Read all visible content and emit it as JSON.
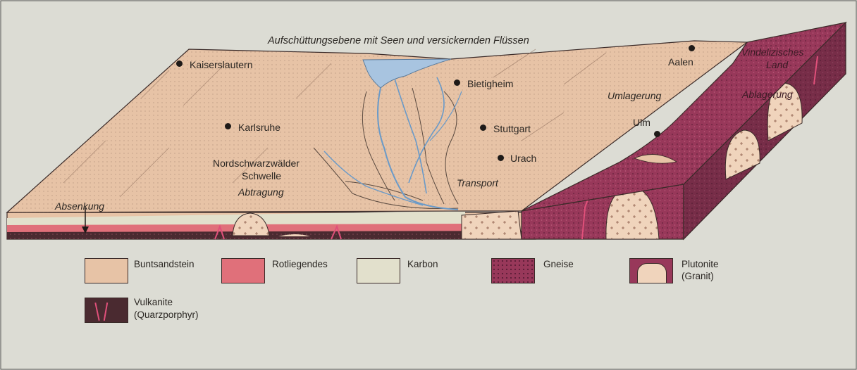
{
  "title": "Aufschüttungsebene mit Seen und versickernden Flüssen",
  "places": {
    "kaiserslautern": "Kaiserslautern",
    "karlsruhe": "Karlsruhe",
    "bietigheim": "Bietigheim",
    "stuttgart": "Stuttgart",
    "urach": "Urach",
    "aalen": "Aalen",
    "ulm": "Ulm"
  },
  "features": {
    "schwelle_line1": "Nordschwarzwälder",
    "schwelle_line2": "Schwelle",
    "abtragung": "Abtragung",
    "absenkung": "Absenkung",
    "transport": "Transport",
    "umlagerung": "Umlagerung",
    "ablagerung": "Ablagerung",
    "vindelizisches_line1": "Vindelizisches",
    "vindelizisches_line2": "Land"
  },
  "legend": {
    "buntsandstein": "Buntsandstein",
    "rotliegendes": "Rotliegendes",
    "karbon": "Karbon",
    "gneise": "Gneise",
    "plutonite_line1": "Plutonite",
    "plutonite_line2": "(Granit)",
    "vulkanite_line1": "Vulkanite",
    "vulkanite_line2": "(Quarzporphyr)"
  },
  "colors": {
    "background": "#dcdcd4",
    "buntsandstein": "#e7c3a6",
    "rotliegendes": "#e0707a",
    "karbon": "#e2e0cc",
    "gneise": "#9a3a5c",
    "plutonite": "#f0d4bc",
    "vulkanite": "#4a2a30",
    "water": "#a8c4e0"
  }
}
